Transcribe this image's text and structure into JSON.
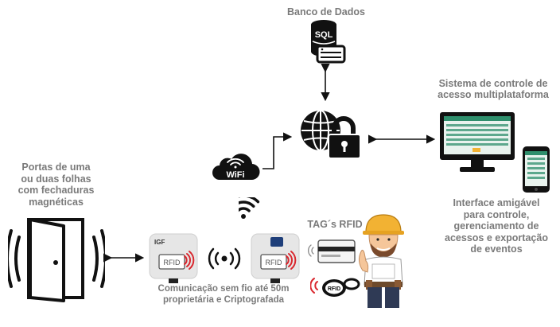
{
  "database": {
    "title": "Banco de Dados",
    "icon_text": "SQL"
  },
  "system": {
    "title_line1": "Sistema de controle de",
    "title_line2": "acesso multiplataforma",
    "desc_line1": "Interface amigável",
    "desc_line2": "para controle,",
    "desc_line3": "gerenciamento de",
    "desc_line4": "acessos e exportação",
    "desc_line5": "de eventos"
  },
  "doors": {
    "line1": "Portas de uma",
    "line2": "ou duas folhas",
    "line3": "com fechaduras",
    "line4": "magnéticas"
  },
  "wifi": {
    "label": "WiFi"
  },
  "tags": {
    "label": "TAG´s RFID",
    "keyfob_text": "RFID"
  },
  "reader": {
    "brand": "IGF",
    "label": "RFID"
  },
  "communication": {
    "line1": "Comunicação sem fio até 50m",
    "line2": "proprietária e Criptografada"
  },
  "colors": {
    "icon_dark": "#111111",
    "text_gray": "#7a7a7a",
    "rfid_red": "#d9272e",
    "helmet_yellow": "#f2b233",
    "monitor_screen_green": "#2f8f6d"
  }
}
